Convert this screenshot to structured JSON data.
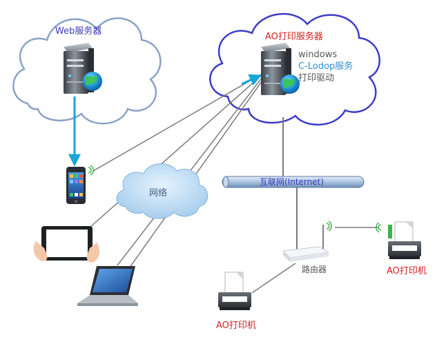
{
  "web_server": {
    "label": "Web服务器"
  },
  "ao_server": {
    "label": "AO打印服务器",
    "details": [
      "windows",
      "C-Lodop服务",
      "打印驱动"
    ]
  },
  "network_cloud": {
    "label": "网络"
  },
  "internet_bar": {
    "label": "互联网(Internet)"
  },
  "router": {
    "label": "路由器"
  },
  "printer_left": {
    "label": "AO打印机"
  },
  "printer_right": {
    "label": "AO打印机"
  },
  "colors": {
    "cloud_border_left": "#8aa2c6",
    "cloud_border_right": "#3c3cc8",
    "arrow": "#18a6d8",
    "link_line": "#7a7a7a",
    "label_red": "#d42020",
    "label_blue": "#3a3ab8"
  }
}
